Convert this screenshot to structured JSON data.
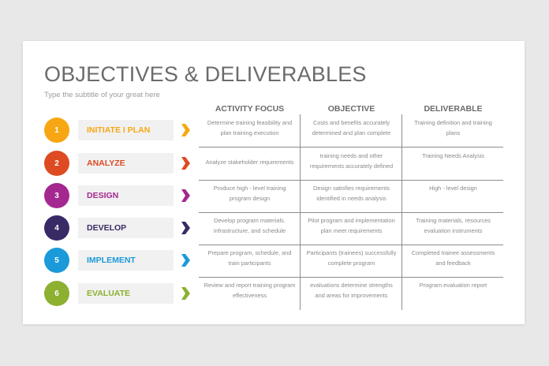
{
  "header": {
    "title": "OBJECTIVES & DELIVERABLES",
    "subtitle": "Type the subtitle of your great here"
  },
  "columns": [
    "ACTIVITY FOCUS",
    "OBJECTIVE",
    "DELIVERABLE"
  ],
  "steps": [
    {
      "number": "1",
      "label": "INITIATE I PLAN",
      "color": "#f7a713",
      "icon": "chevron-right-icon",
      "activity_focus": "Determine training feasibility and plan training execution",
      "objective": "Costs and benefits accurately determined and plan complete",
      "deliverable": "Training definition and training plans"
    },
    {
      "number": "2",
      "label": "ANALYZE",
      "color": "#de4b23",
      "icon": "chevron-right-icon",
      "activity_focus": "Analyze stakeholder requirements",
      "objective": "training needs and other requirements accurately defined",
      "deliverable": "Training Needs Analysis"
    },
    {
      "number": "3",
      "label": "DESIGN",
      "color": "#a4288f",
      "icon": "chevron-right-icon",
      "activity_focus": "Produce high - level training program design",
      "objective": "Design satisfies requirements identified in needs analysis",
      "deliverable": "High - level design"
    },
    {
      "number": "4",
      "label": "DEVELOP",
      "color": "#392a66",
      "icon": "chevron-right-icon",
      "activity_focus": "Develop program materials. infrastructure, and schedule",
      "objective": "Pilot program and implementation plan meet requirements",
      "deliverable": "Training materials, resources evaluation instruments"
    },
    {
      "number": "5",
      "label": "IMPLEMENT",
      "color": "#1b9ad9",
      "icon": "chevron-right-icon",
      "activity_focus": "Prepare program, schedule, and train participants",
      "objective": "Participants (trainees) successfully complete program",
      "deliverable": "Completed trainee assessments and feedback"
    },
    {
      "number": "6",
      "label": "EVALUATE",
      "color": "#8db030",
      "icon": "chevron-right-icon",
      "activity_focus": "Review and report training program effectiveness",
      "objective": "evaluations determine strengths and areas for improvements",
      "deliverable": "Program evaluation report"
    }
  ]
}
